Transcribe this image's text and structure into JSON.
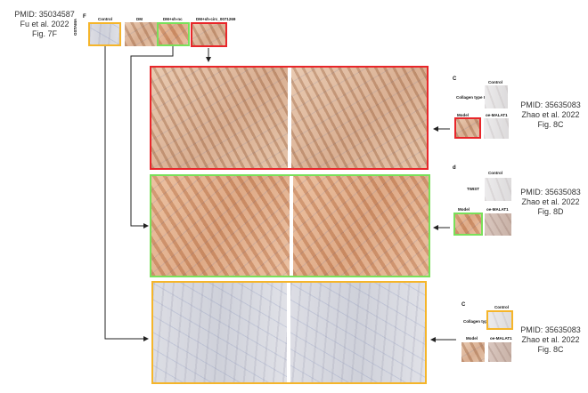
{
  "colors": {
    "red": "#e8262a",
    "green": "#79e05a",
    "orange": "#f5b52a",
    "text": "#333333",
    "arrow": "#222222"
  },
  "source": {
    "label_line1": "PMID: 35034587",
    "label_line2": "Fu et al. 2022",
    "label_line3": "Fig. 7F",
    "panel_letter": "F",
    "row_label": "OSTAMA",
    "columns": [
      "Control",
      "DM",
      "DM+sh-nc",
      "DM+sh-circ_0071269"
    ]
  },
  "ref_8c_top": {
    "panel_letter": "C",
    "label_line1": "PMID: 35635083",
    "label_line2": "Zhao et al. 2022",
    "label_line3": "Fig. 8C",
    "col_control": "Control",
    "row_label": "Collagen type I",
    "col_model": "Model",
    "col_treat": "oe-MALAT1"
  },
  "ref_8d": {
    "panel_letter": "d",
    "label_line1": "PMID: 35635083",
    "label_line2": "Zhao et al. 2022",
    "label_line3": "Fig. 8D",
    "col_control": "Control",
    "row_label": "TWIST",
    "col_model": "Model",
    "col_treat": "oe-MALAT1"
  },
  "ref_8c_bottom": {
    "panel_letter": "C",
    "label_line1": "PMID: 35635083",
    "label_line2": "Zhao et al. 2022",
    "label_line3": "Fig. 8C",
    "col_control": "Control",
    "row_label": "Collagen type I",
    "col_model": "Model",
    "col_treat": "oe-MALAT1"
  }
}
